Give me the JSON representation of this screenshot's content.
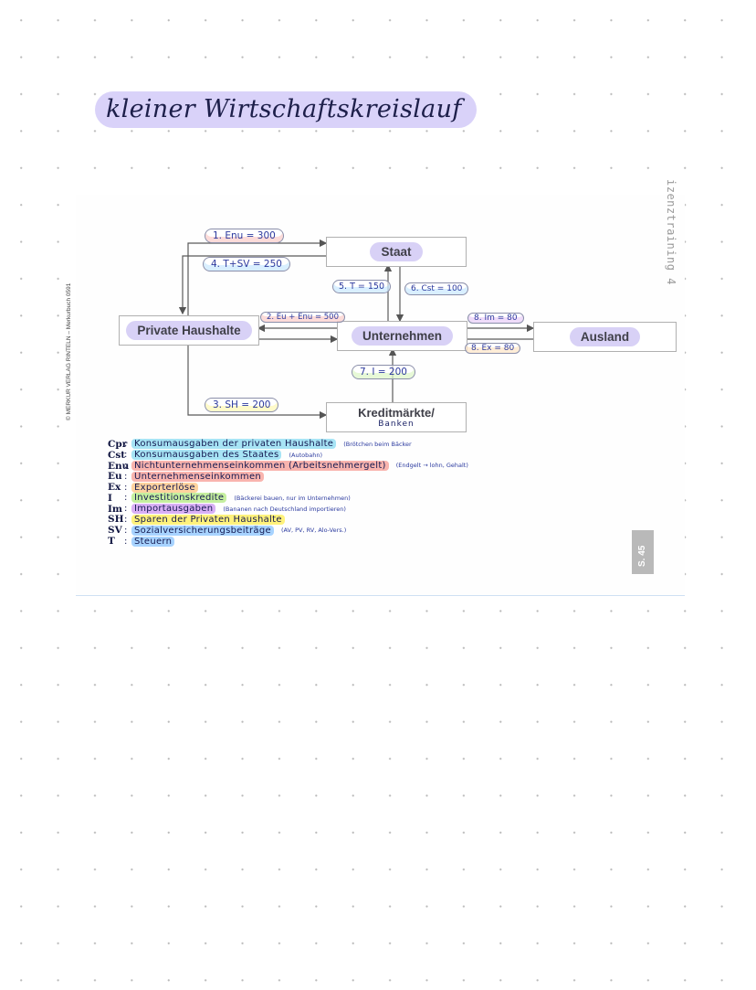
{
  "title": "kleiner Wirtschaftskreislauf",
  "side_left": "© MERKUR VERLAG RINTELN – Merkurbuch 0591",
  "side_right": "izenztraining 4",
  "page_tab": "S. 45",
  "nodes": {
    "haushalte": "Private Haushalte",
    "staat": "Staat",
    "unternehmen": "Unternehmen",
    "ausland": "Ausland",
    "kredit": "Kreditmärkte/",
    "kredit_note": "Banken"
  },
  "flows": [
    {
      "id": "enu",
      "label": "1. Enu = 300",
      "hl": "#f7a5a0"
    },
    {
      "id": "tsv",
      "label": "4. T+SV = 250",
      "hl": "#9fd6ff"
    },
    {
      "id": "t",
      "label": "5. T = 150",
      "hl": "#9fd6ff"
    },
    {
      "id": "cst",
      "label": "6. Cst = 100",
      "hl": "#9fd6ff"
    },
    {
      "id": "eu",
      "label": "2. Eu + Enu = 500",
      "hl": "#f7a5a0"
    },
    {
      "id": "im",
      "label": "8. Im = 80",
      "hl": "#d6a7f2"
    },
    {
      "id": "ex",
      "label": "8. Ex = 80",
      "hl": "#ffd29c"
    },
    {
      "id": "i",
      "label": "7. I = 200",
      "hl": "#c4ef9c"
    },
    {
      "id": "sh",
      "label": "3. SH = 200",
      "hl": "#fff27a"
    }
  ],
  "legend": [
    {
      "abbr": "Cpr",
      "desc": "Konsumausgaben der privaten Haushalte",
      "note": "(Brötchen beim Bäcker",
      "color": "#a7e4f5"
    },
    {
      "abbr": "Cst",
      "desc": "Konsumausgaben des Staates",
      "note": "(Autobahn)",
      "color": "#a7e4f5"
    },
    {
      "abbr": "Enu",
      "desc": "Nichtunternehmenseinkommen (Arbeitsnehmergelt)",
      "note": "(Endgelt → lohn, Gehalt)",
      "color": "#f9b4ae"
    },
    {
      "abbr": "Eu",
      "desc": "Unternehmenseinkommen",
      "note": "",
      "color": "#f9b4ae"
    },
    {
      "abbr": "Ex",
      "desc": "Exporterlöse",
      "note": "",
      "color": "#ffd39f"
    },
    {
      "abbr": "I",
      "desc": "Investitionskredite",
      "note": "(Bäckerei bauen, nur im Unternehmen)",
      "color": "#c5ef9f"
    },
    {
      "abbr": "Im",
      "desc": "Importausgaben",
      "note": "(Bananen nach Deutschland importieren)",
      "color": "#d9b0f5"
    },
    {
      "abbr": "SH",
      "desc": "Sparen der Privaten Haushalte",
      "note": "",
      "color": "#fff27c"
    },
    {
      "abbr": "SV",
      "desc": "Sozialversicherungsbeiträge",
      "note": "(AV, PV, RV, Alo-Vers.)",
      "color": "#a7d3ff"
    },
    {
      "abbr": "T",
      "desc": "Steuern",
      "note": "",
      "color": "#a7d3ff"
    }
  ]
}
